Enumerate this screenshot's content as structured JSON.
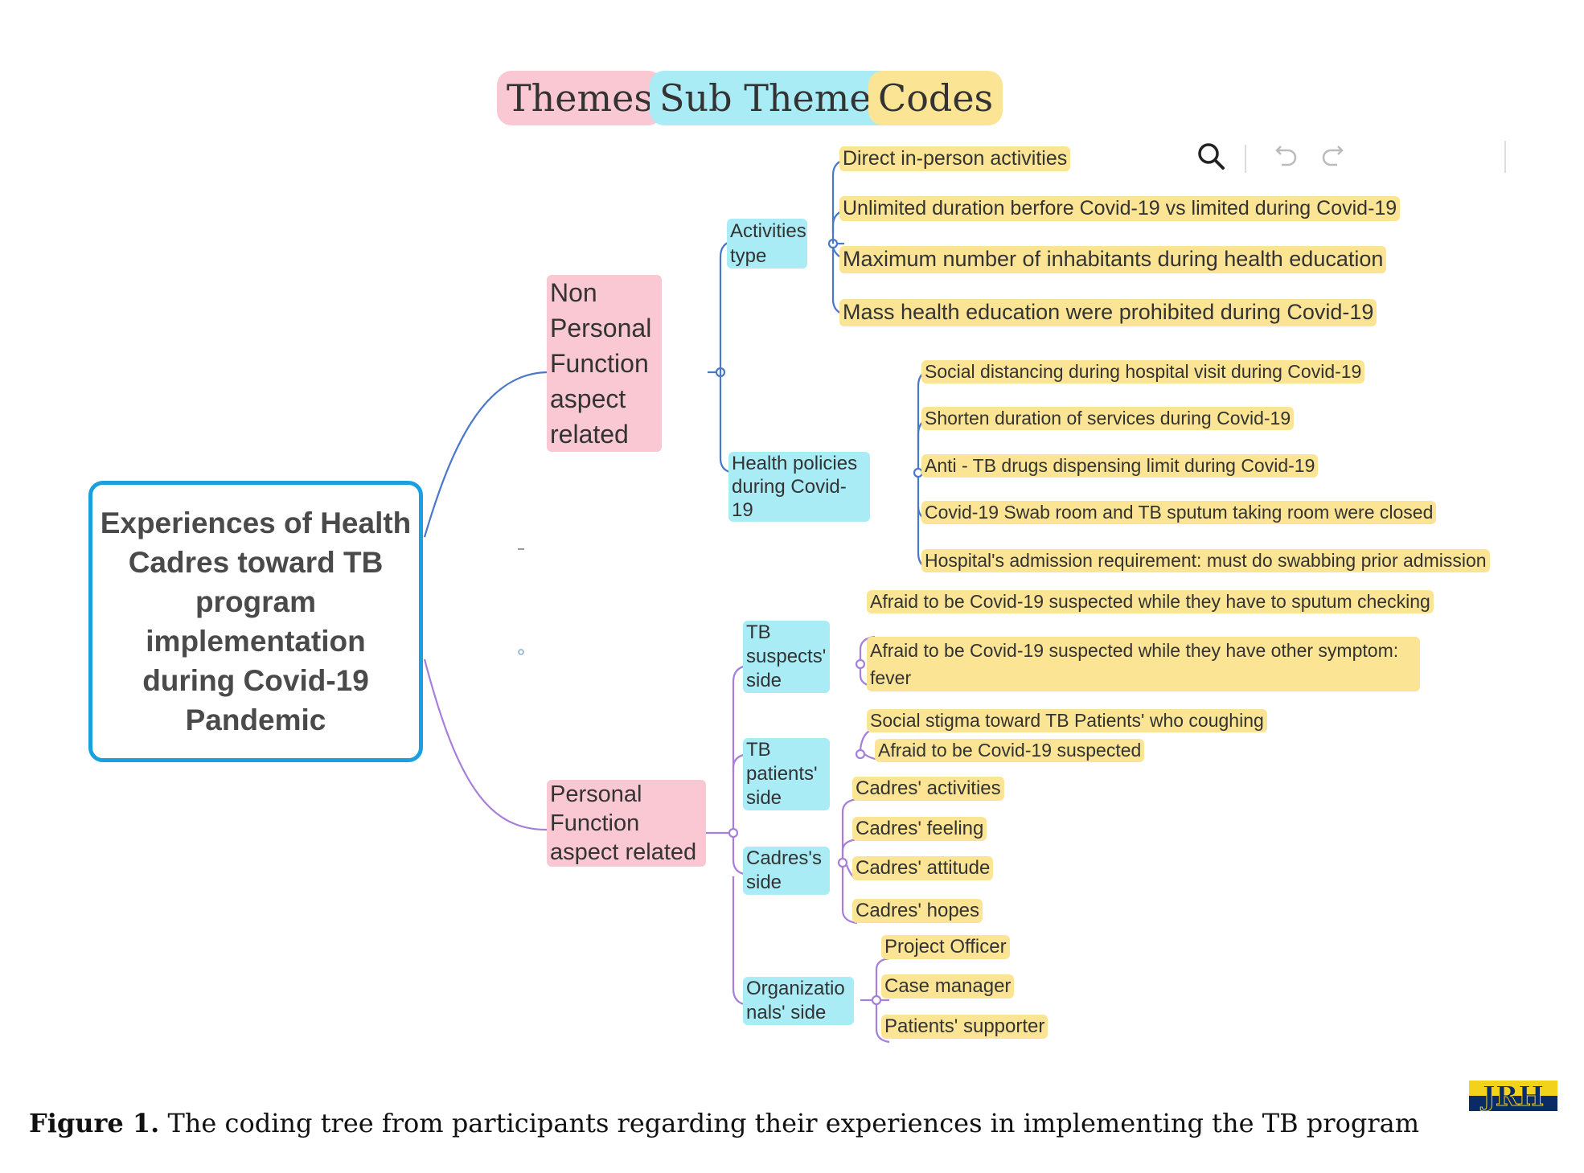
{
  "legend": {
    "themes": "Themes",
    "sub_themes": "Sub Themes",
    "codes": "Codes"
  },
  "root": {
    "label": "Experiences of Health Cadres toward TB program implementation during Covid-19 Pandemic"
  },
  "themes": {
    "non_personal": "Non Personal Function aspect related",
    "personal": "Personal Function aspect related"
  },
  "sub_themes": {
    "activities_type": "Activities type",
    "health_policies": "Health policies during Covid-19",
    "tb_suspects": "TB suspects' side",
    "tb_patients": "TB patients' side",
    "cadres": "Cadres's side",
    "organizations": "Organizationals' side"
  },
  "codes": {
    "activities": [
      "Direct in-person activities",
      "Unlimited duration berfore Covid-19 vs limited during Covid-19",
      "Maximum number of inhabitants during health education",
      "Mass health education were prohibited during Covid-19"
    ],
    "policies": [
      "Social distancing during hospital visit during Covid-19",
      "Shorten duration of services during Covid-19",
      "Anti - TB drugs dispensing limit during Covid-19",
      "Covid-19 Swab room and TB sputum taking room were closed",
      "Hospital's admission requirement: must do swabbing prior admission"
    ],
    "suspects": [
      "Afraid to be Covid-19 suspected while they have to sputum checking",
      "Afraid to be Covid-19 suspected while they have other symptom: fever"
    ],
    "patients": [
      "Social stigma toward TB Patients' who coughing",
      "Afraid to be Covid-19 suspected"
    ],
    "cadres": [
      "Cadres' activities",
      "Cadres' feeling",
      "Cadres' attitude",
      "Cadres' hopes"
    ],
    "organizations": [
      "Project Officer",
      "Case manager",
      "Patients' supporter"
    ]
  },
  "caption": {
    "label": "Figure 1.",
    "text": " The coding tree from participants regarding their experiences in implementing the TB program"
  },
  "logo": "JRH",
  "colors": {
    "theme": "#f9c8d2",
    "sub_theme": "#a9ecf6",
    "code": "#fbe595",
    "blue_branch": "#4a78c8",
    "purple_branch": "#a57fd9",
    "root_border": "#1aa0e0"
  }
}
